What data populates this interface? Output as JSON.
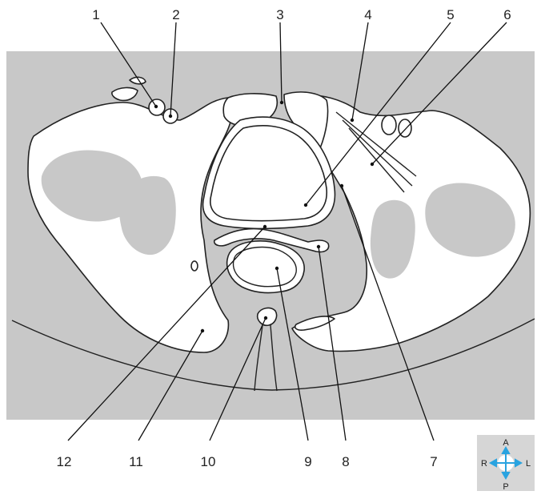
{
  "labels": {
    "top": [
      "1",
      "2",
      "3",
      "4",
      "5",
      "6"
    ],
    "bottom": [
      "12",
      "11",
      "10",
      "9",
      "8",
      "7"
    ]
  },
  "orientation": {
    "anterior": "A",
    "posterior": "P",
    "right": "R",
    "left": "L"
  },
  "colors": {
    "background_panel": "#c8c8c8",
    "tissue": "#ffffff",
    "outline": "#222222",
    "orientation_arrows": "#29a3e0",
    "orientation_panel": "#d6d6d6"
  }
}
